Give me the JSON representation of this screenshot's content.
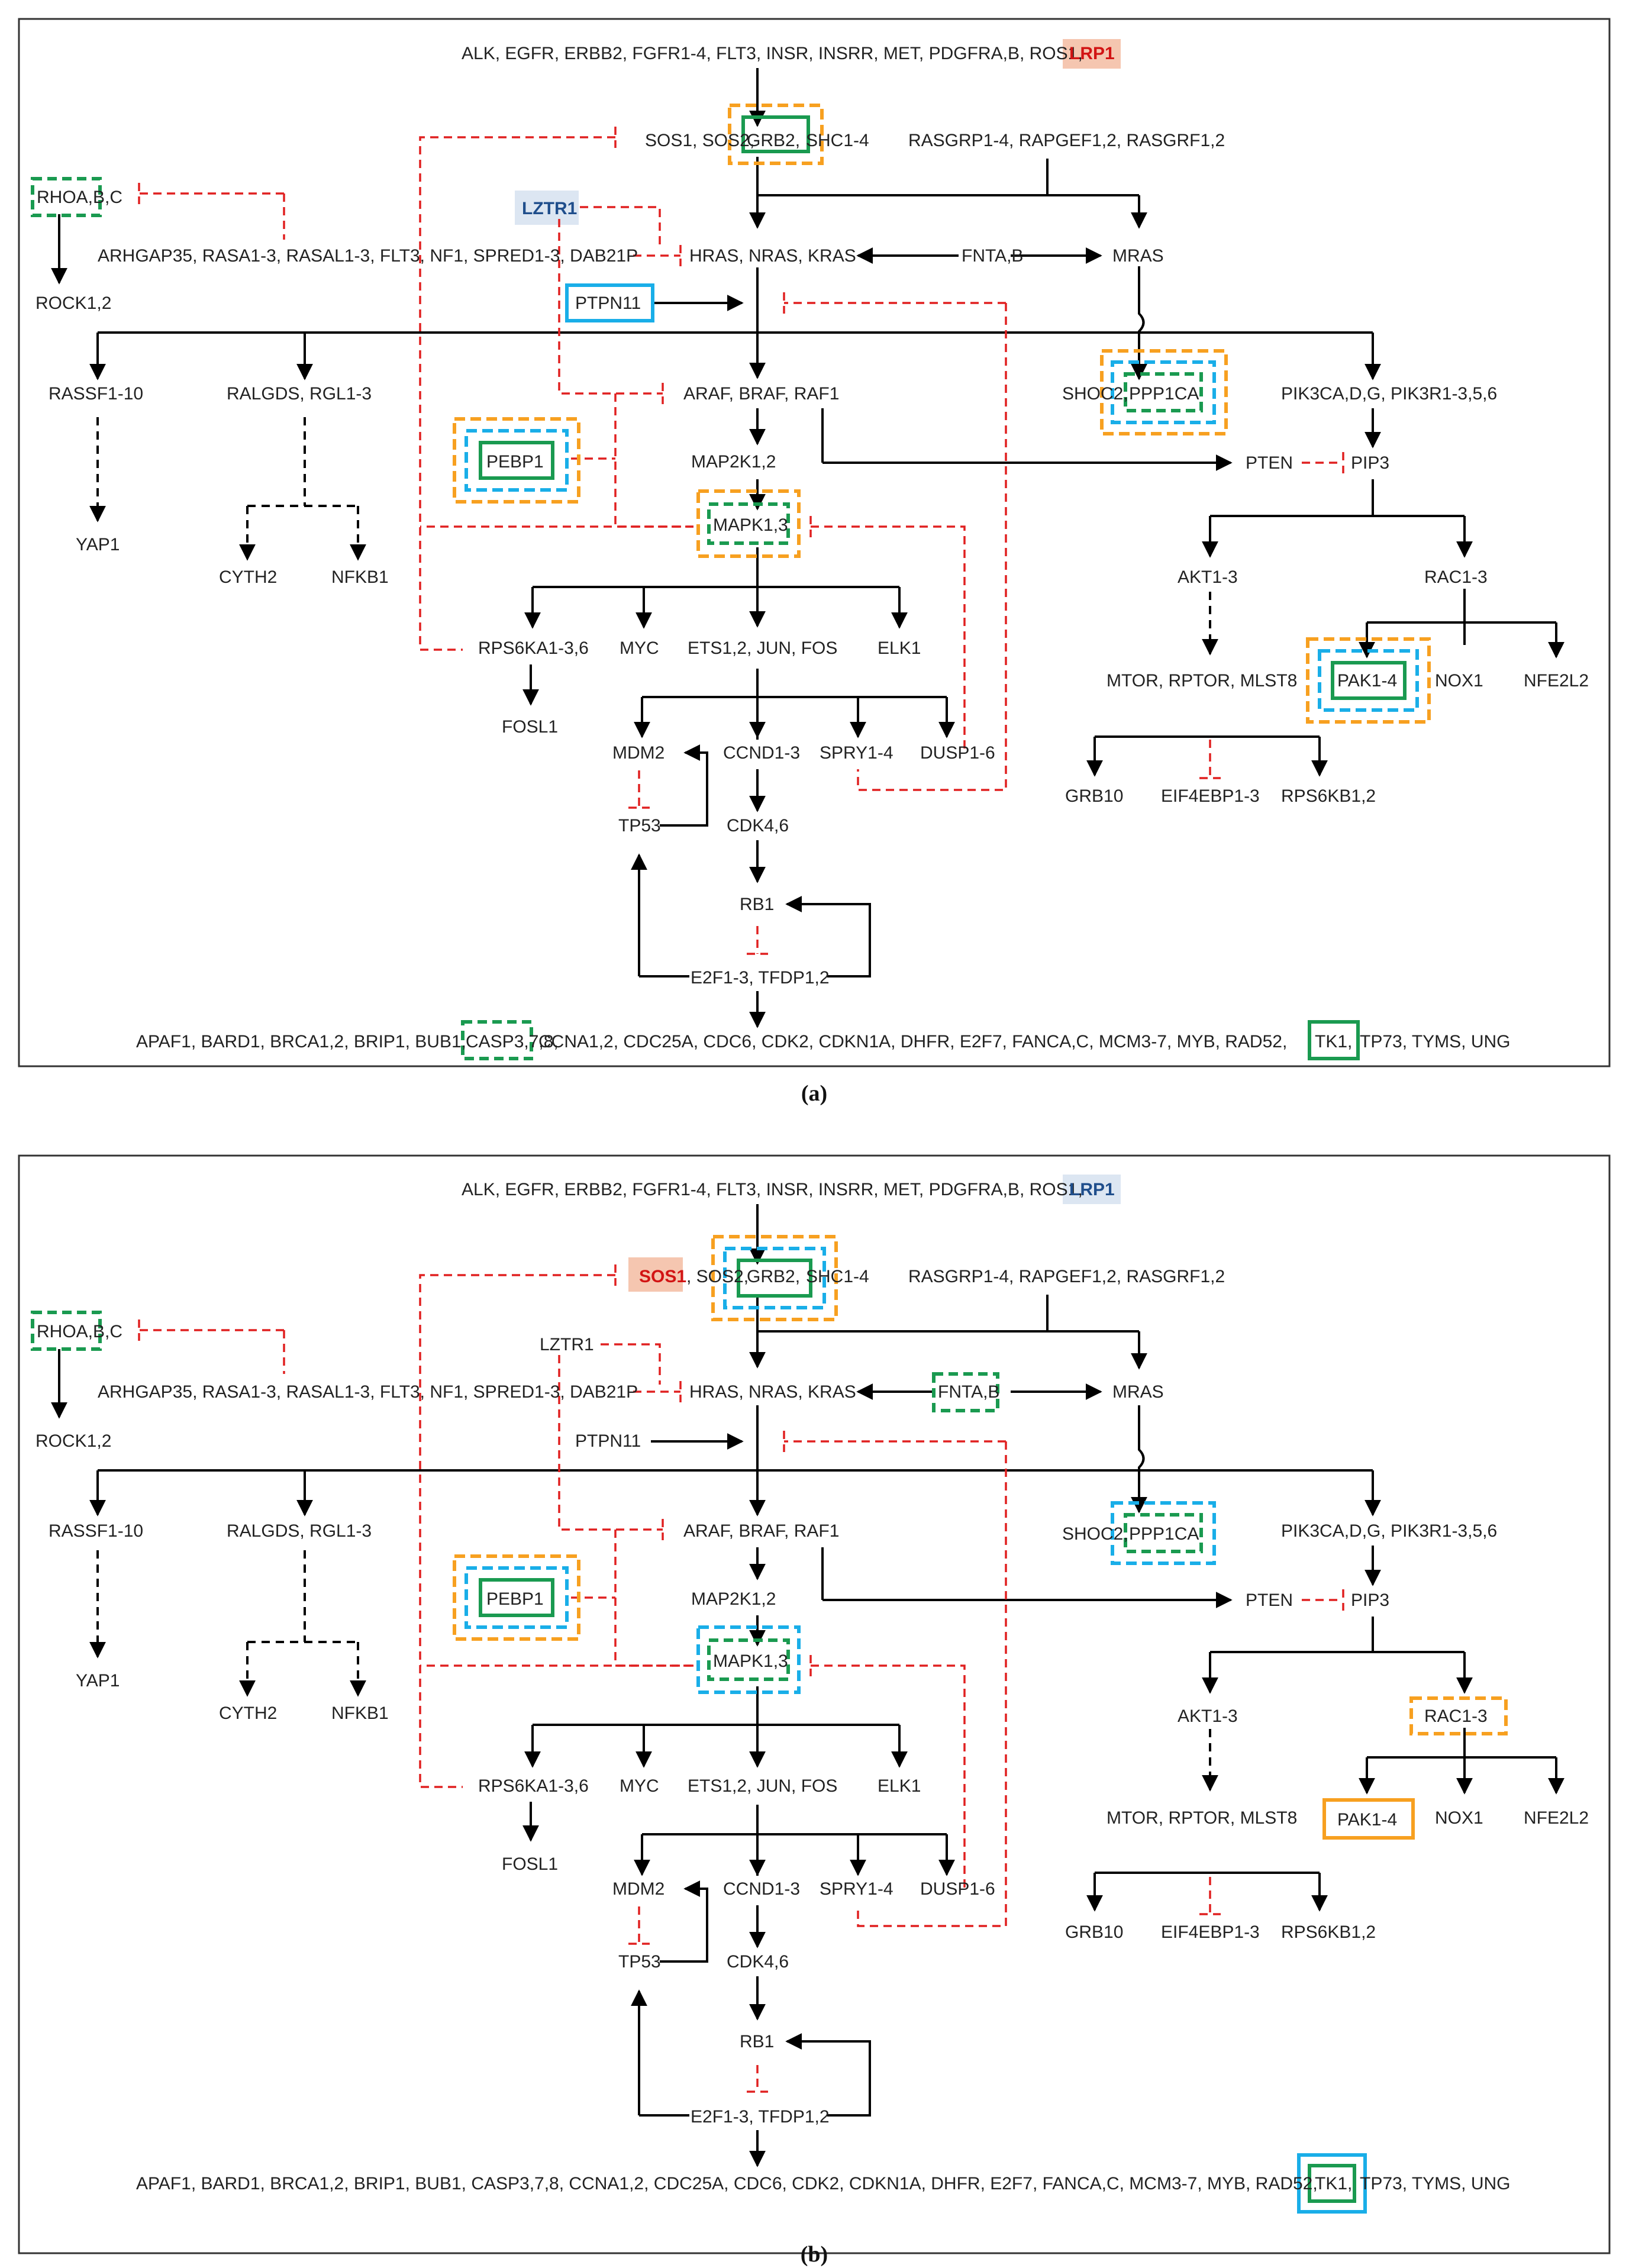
{
  "colors": {
    "activation": "#000000",
    "inhibition": "#e02020",
    "box_green": "#1a9a50",
    "box_blue": "#19aee8",
    "box_orange": "#f7a020",
    "highlight_red_bg": "#f5c6b0",
    "highlight_red_text": "#d21414",
    "highlight_blue_bg": "#dce6f2",
    "highlight_blue_text": "#1f4e8c"
  },
  "panels": [
    {
      "caption": "(a)",
      "labels": {
        "receptors": "ALK, EGFR, ERBB2, FGFR1-4, FLT3, INSR, INSRR, MET, PDGFRA,B, ROS1,",
        "lrp1": "LRP1",
        "sos": "SOS1, SOS2,",
        "grb2": "GRB2,",
        "shc": "SHC1-4",
        "rasgrp": "RASGRP1-4, RAPGEF1,2, RASGRF1,2",
        "rhoa": "RHOA,B,C",
        "lztr1": "LZTR1",
        "arhgap": "ARHGAP35, RASA1-3, RASAL1-3, FLT3, NF1, SPRED1-3, DAB21P",
        "hras": "HRAS, NRAS, KRAS",
        "fnta": "FNTA,B",
        "mras": "MRAS",
        "rock": "ROCK1,2",
        "ptpn11": "PTPN11",
        "rassf": "RASSF1-10",
        "ralgds": "RALGDS, RGL1-3",
        "araf": "ARAF, BRAF, RAF1",
        "shoc2": "SHOC2,",
        "ppp1ca": "PPP1CA",
        "pik3": "PIK3CA,D,G, PIK3R1-3,5,6",
        "pebp1": "PEBP1",
        "map2k": "MAP2K1,2",
        "pten": "PTEN",
        "pip3": "PIP3",
        "mapk": "MAPK1,3",
        "yap1": "YAP1",
        "cyth2": "CYTH2",
        "nfkb1": "NFKB1",
        "akt": "AKT1-3",
        "rac": "RAC1-3",
        "rps6ka": "RPS6KA1-3,6",
        "myc": "MYC",
        "ets": "ETS1,2, JUN, FOS",
        "elk1": "ELK1",
        "mtor": "MTOR, RPTOR, MLST8",
        "pak": "PAK1-4",
        "nox1": "NOX1",
        "nfe2l2": "NFE2L2",
        "fosl1": "FOSL1",
        "mdm2": "MDM2",
        "ccnd": "CCND1-3",
        "spry": "SPRY1-4",
        "dusp": "DUSP1-6",
        "grb10": "GRB10",
        "eif4": "EIF4EBP1-3",
        "rps6kb": "RPS6KB1,2",
        "tp53": "TP53",
        "cdk4": "CDK4,6",
        "rb1": "RB1",
        "e2f": "E2F1-3, TFDP1,2",
        "targets_a": "APAF1, BARD1, BRCA1,2, BRIP1, BUB1,",
        "casp": "CASP3,7,8,",
        "targets_b": "CCNA1,2, CDC25A, CDC6, CDK2, CDKN1A, DHFR, E2F7, FANCA,C, MCM3-7, MYB, RAD52,",
        "tk1": "TK1,",
        "targets_c": "TP73, TYMS, UNG"
      }
    },
    {
      "caption": "(b)",
      "labels": {
        "receptors": "ALK, EGFR, ERBB2, FGFR1-4, FLT3, INSR, INSRR, MET, PDGFRA,B, ROS1,",
        "lrp1": "LRP1",
        "sos": "SOS1",
        "sos_rest": ", SOS2,",
        "grb2": "GRB2,",
        "shc": "SHC1-4",
        "rasgrp": "RASGRP1-4, RAPGEF1,2, RASGRF1,2",
        "rhoa": "RHOA,B,C",
        "lztr1": "LZTR1",
        "arhgap": "ARHGAP35, RASA1-3, RASAL1-3, FLT3, NF1, SPRED1-3, DAB21P",
        "hras": "HRAS, NRAS, KRAS",
        "fnta": "FNTA,B",
        "mras": "MRAS",
        "rock": "ROCK1,2",
        "ptpn11": "PTPN11",
        "rassf": "RASSF1-10",
        "ralgds": "RALGDS, RGL1-3",
        "araf": "ARAF, BRAF, RAF1",
        "shoc2": "SHOC2,",
        "ppp1ca": "PPP1CA",
        "pik3": "PIK3CA,D,G, PIK3R1-3,5,6",
        "pebp1": "PEBP1",
        "map2k": "MAP2K1,2",
        "pten": "PTEN",
        "pip3": "PIP3",
        "mapk": "MAPK1,3",
        "yap1": "YAP1",
        "cyth2": "CYTH2",
        "nfkb1": "NFKB1",
        "akt": "AKT1-3",
        "rac": "RAC1-3",
        "rps6ka": "RPS6KA1-3,6",
        "myc": "MYC",
        "ets": "ETS1,2, JUN, FOS",
        "elk1": "ELK1",
        "mtor": "MTOR, RPTOR, MLST8",
        "pak": "PAK1-4",
        "nox1": "NOX1",
        "nfe2l2": "NFE2L2",
        "fosl1": "FOSL1",
        "mdm2": "MDM2",
        "ccnd": "CCND1-3",
        "spry": "SPRY1-4",
        "dusp": "DUSP1-6",
        "grb10": "GRB10",
        "eif4": "EIF4EBP1-3",
        "rps6kb": "RPS6KB1,2",
        "tp53": "TP53",
        "cdk4": "CDK4,6",
        "rb1": "RB1",
        "e2f": "E2F1-3, TFDP1,2",
        "targets_a": "APAF1, BARD1, BRCA1,2, BRIP1, BUB1, CASP3,7,8, CCNA1,2, CDC25A, CDC6, CDK2, CDKN1A, DHFR, E2F7, FANCA,C, MCM3-7, MYB, RAD52,",
        "tk1": "TK1,",
        "targets_c": "TP73, TYMS, UNG"
      }
    }
  ]
}
